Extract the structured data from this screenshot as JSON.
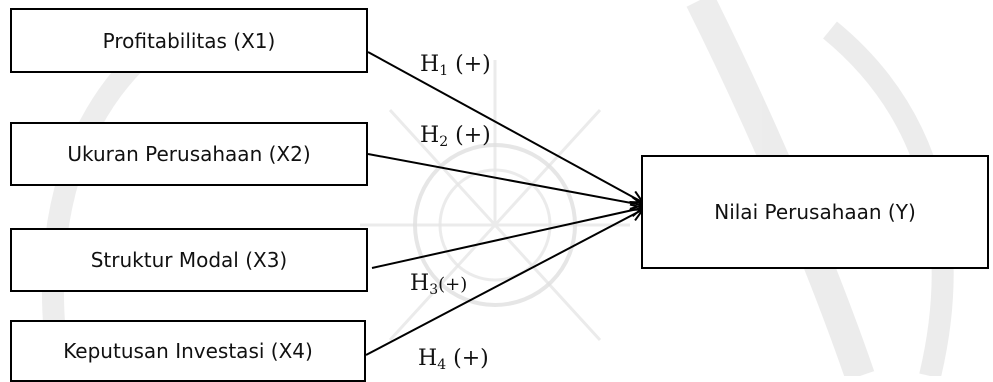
{
  "variables": {
    "x1": "Profitabilitas (X1)",
    "x2": "Ukuran Perusahaan (X2)",
    "x3": "Struktur Modal (X3)",
    "x4": "Keputusan Investasi (X4)",
    "y": "Nilai Perusahaan (Y)"
  },
  "hypotheses": [
    {
      "letter": "H",
      "index": "1",
      "sign": "(+)"
    },
    {
      "letter": "H",
      "index": "2",
      "sign": "(+)"
    },
    {
      "letter": "H",
      "index": "3",
      "sign": "(+)"
    },
    {
      "letter": "H",
      "index": "4",
      "sign": "(+)"
    }
  ],
  "colors": {
    "line": "#000000",
    "watermark": "#d9d9d9"
  }
}
